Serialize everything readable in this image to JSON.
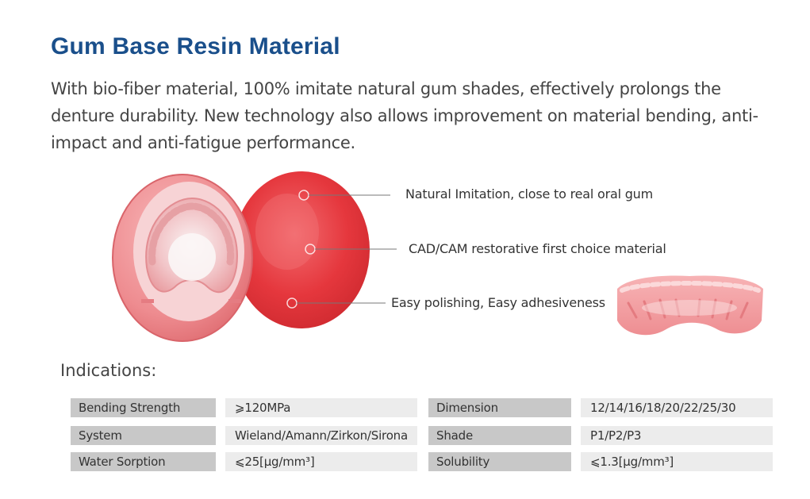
{
  "title": "Gum Base Resin Material",
  "description": "With bio-fiber material, 100% imitate natural gum shades, effectively prolongs the denture durability. New technology also allows improvement on material bending, anti-impact and anti-fatigue performance.",
  "features": [
    "Natural Imitation, close to real oral gum",
    "CAD/CAM restorative first choice material",
    "Easy polishing, Easy adhesiveness"
  ],
  "indications_heading": "Indications:",
  "specs": [
    {
      "label": "Bending Strength",
      "value": "⩾120MPa"
    },
    {
      "label": "Dimension",
      "value": "12/14/16/18/20/22/25/30"
    },
    {
      "label": "System",
      "value": "Wieland/Amann/Zirkon/Sirona"
    },
    {
      "label": "Shade",
      "value": "P1/P2/P3"
    },
    {
      "label": "Water Sorption",
      "value": "⩽25[μg/mm³]"
    },
    {
      "label": "Solubility",
      "value": "⩽1.3[μg/mm³]"
    }
  ],
  "colors": {
    "title": "#1a4f8b",
    "disc": "#e23a3f",
    "ring": "#ef8a8d",
    "label_bg": "#c8c8c8",
    "value_bg": "#ececec"
  }
}
